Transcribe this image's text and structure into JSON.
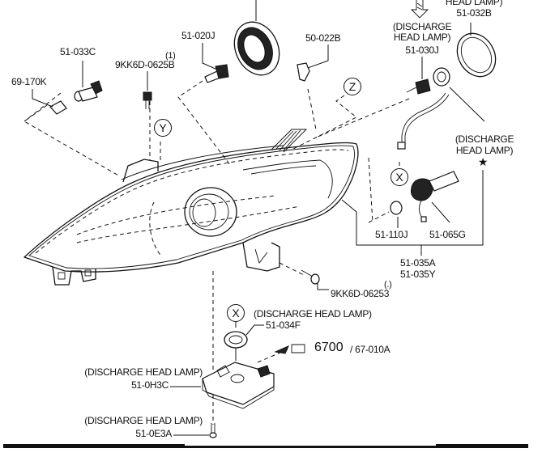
{
  "diagram": {
    "title": "Headlamp assembly exploded parts diagram",
    "parts": {
      "bulb_69_170k": "69-170K",
      "socket_51_033c": "51-033C",
      "screw_top": {
        "qty": "(1)",
        "code": "9KK6D-0625B"
      },
      "socket_51_020j": "51-020J",
      "cover_seal": "",
      "clip_50_022b": "50-022B",
      "discharge_top_right": {
        "note_line1": "HEAD LAMP)",
        "code": "51-032B"
      },
      "discharge_socket": {
        "note_line1": "(DISCHARGE",
        "note_line2": "HEAD LAMP)",
        "code": "51-030J"
      },
      "discharge_star": {
        "note_line1": "(DISCHARGE",
        "note_line2": "HEAD LAMP)",
        "marker": "★"
      },
      "bulb_51_110j": "51-110J",
      "harness_51_065g": "51-065G",
      "headlamp_assy": {
        "code_1": "51-035A",
        "code_2": "51-035Y"
      },
      "screw_bottom": {
        "qty": "(.)",
        "code": "9KK6D-06253"
      },
      "cap_51_034f": {
        "note": "(DISCHARGE HEAD LAMP)",
        "code": "51-034F"
      },
      "ballast_ref": {
        "main": "6700",
        "sub": "/ 67-010A"
      },
      "ballast_51_0h3c": {
        "note": "(DISCHARGE HEAD LAMP)",
        "code": "51-0H3C"
      },
      "screw_51_0e3a": {
        "note": "(DISCHARGE HEAD LAMP)",
        "code": "51-0E3A"
      }
    },
    "callouts": {
      "y": "Y",
      "z": "Z",
      "x_right": "X",
      "x_bottom": "X"
    }
  }
}
